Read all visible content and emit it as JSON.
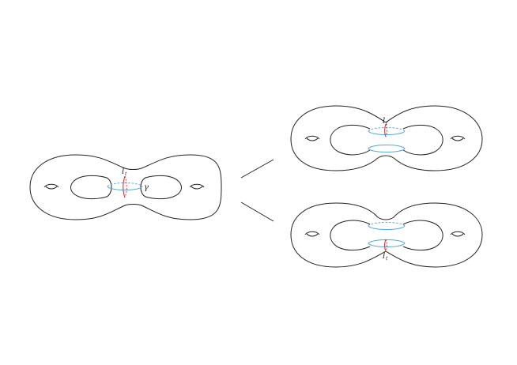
{
  "labels": {
    "curve_l": "l",
    "curve_l_sub": "t",
    "curve_gamma": "γ",
    "top_l": "l",
    "top_l_sub": "t",
    "bottom_l": "l",
    "bottom_l_sub": "t"
  },
  "colors": {
    "outline": "#222222",
    "gamma_curve": "#5aa7d8",
    "l_curve": "#d23b3b"
  }
}
